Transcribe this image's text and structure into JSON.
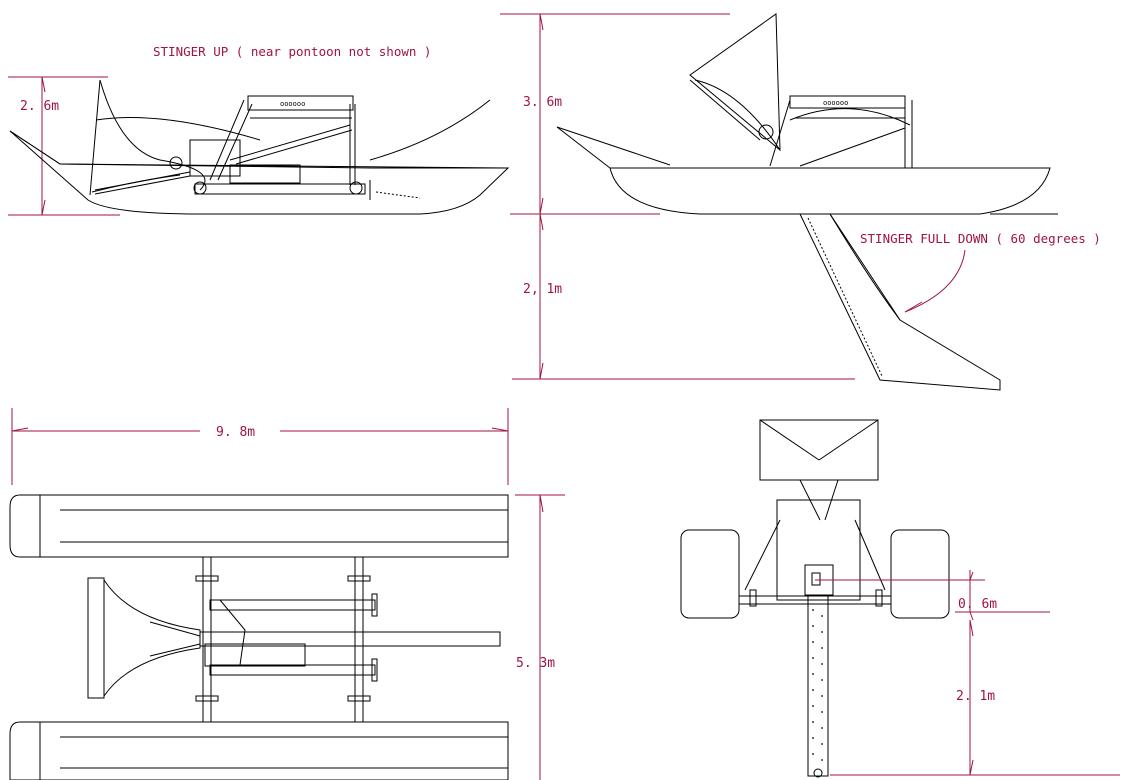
{
  "labels": {
    "stinger_up": "STINGER UP ( near pontoon not shown )",
    "stinger_down": "STINGER FULL DOWN ( 60 degrees )",
    "hole_marks": "oooooo"
  },
  "dimensions": {
    "side_height": "2. 6m",
    "overall_height": "3. 6m",
    "depth_down": "2, 1m",
    "length": "9. 8m",
    "width": "5. 3m",
    "front_offset": "0. 6m",
    "front_depth": "2. 1m"
  },
  "colors": {
    "dimension": "#a0153e",
    "line": "#000000"
  }
}
